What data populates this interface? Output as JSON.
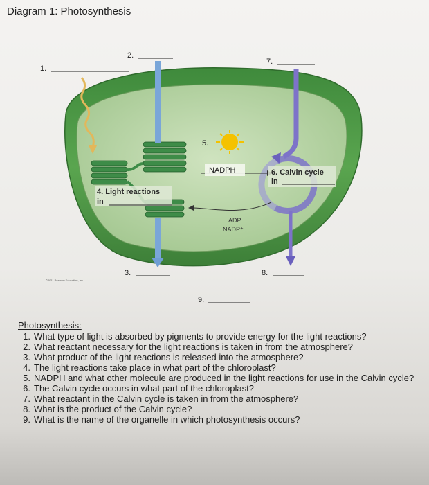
{
  "title": "Diagram 1: Photosynthesis",
  "labels": {
    "l1": "1.",
    "l2": "2.",
    "l3": "3.",
    "l5": "5.",
    "l7": "7.",
    "l8": "8.",
    "l9": "9.",
    "nadph": "NADPH",
    "calvin_line1": "6. Calvin cycle",
    "calvin_line2": "in",
    "light_line1": "4. Light reactions",
    "light_line2": "in",
    "adp": "ADP",
    "nadp": "NADP⁺",
    "credit": "©2011 Pearson Education, Inc."
  },
  "colors": {
    "outer_membrane": "#4f9a45",
    "stroma": "#b6d4a2",
    "thylakoid": "#3f8f48",
    "arrow_blue": "#6f9ed4",
    "calvin_purple": "#7d73c9",
    "sun": "#f4c200",
    "light_wave": "#e3b75a"
  },
  "questions": {
    "heading": "Photosynthesis:",
    "items": [
      {
        "num": "1.",
        "text": "What type of light is absorbed by pigments to provide energy for the light reactions?"
      },
      {
        "num": "2.",
        "text": "What reactant necessary for the light reactions is taken in from the atmosphere?"
      },
      {
        "num": "3.",
        "text": "What product of the light reactions is released into the atmosphere?"
      },
      {
        "num": "4.",
        "text": "The light reactions take place in what part of the chloroplast?"
      },
      {
        "num": "5.",
        "text": "NADPH and what other molecule are produced in the light reactions for use in the Calvin cycle?"
      },
      {
        "num": "6.",
        "text": "The Calvin cycle occurs in what part of the chloroplast?"
      },
      {
        "num": "7.",
        "text": "What reactant in the Calvin cycle is taken in from the atmosphere?"
      },
      {
        "num": "8.",
        "text": "What is the product of the Calvin cycle?"
      },
      {
        "num": "9.",
        "text": "What is the name of the organelle in which photosynthesis occurs?"
      }
    ]
  }
}
